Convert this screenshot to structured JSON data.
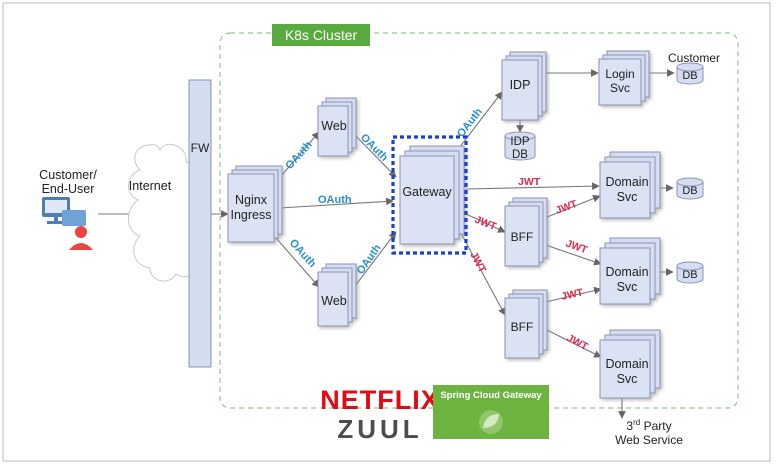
{
  "cluster": {
    "title": "K8s Cluster",
    "border_color": "#8fc98f",
    "tag_color": "#5aab3f"
  },
  "client": {
    "label_line1": "Customer/",
    "label_line2": "End-User"
  },
  "internet": {
    "label": "Internet"
  },
  "firewall": {
    "label": "FW"
  },
  "ingress": {
    "label_line1": "Nginx",
    "label_line2": "Ingress"
  },
  "web_top": {
    "label": "Web"
  },
  "web_bottom": {
    "label": "Web"
  },
  "gateway": {
    "label": "Gateway",
    "highlight_color": "#1a3fd6"
  },
  "idp": {
    "label": "IDP"
  },
  "idp_db": {
    "label_line1": "IDP",
    "label_line2": "DB"
  },
  "login_svc": {
    "label_line1": "Login",
    "label_line2": "Svc"
  },
  "customer_db": {
    "caption": "Customer",
    "label": "DB"
  },
  "bff_top": {
    "label": "BFF"
  },
  "bff_bottom": {
    "label": "BFF"
  },
  "domain_svc_1": {
    "label_line1": "Domain",
    "label_line2": "Svc",
    "db": "DB"
  },
  "domain_svc_2": {
    "label_line1": "Domain",
    "label_line2": "Svc",
    "db": "DB"
  },
  "domain_svc_3": {
    "label_line1": "Domain",
    "label_line2": "Svc"
  },
  "third_party": {
    "line1_base": "3",
    "line1_sup": "rd",
    "line1_rest": " Party",
    "line2": "Web Service"
  },
  "protocols": {
    "oauth": "OAuth",
    "jwt": "JWT",
    "oauth_color": "#2a8fd0",
    "jwt_color": "#e0284a"
  },
  "logos": {
    "netflix": "NETFLIX",
    "zuul": "ZUUL",
    "spring": "Spring Cloud Gateway"
  }
}
